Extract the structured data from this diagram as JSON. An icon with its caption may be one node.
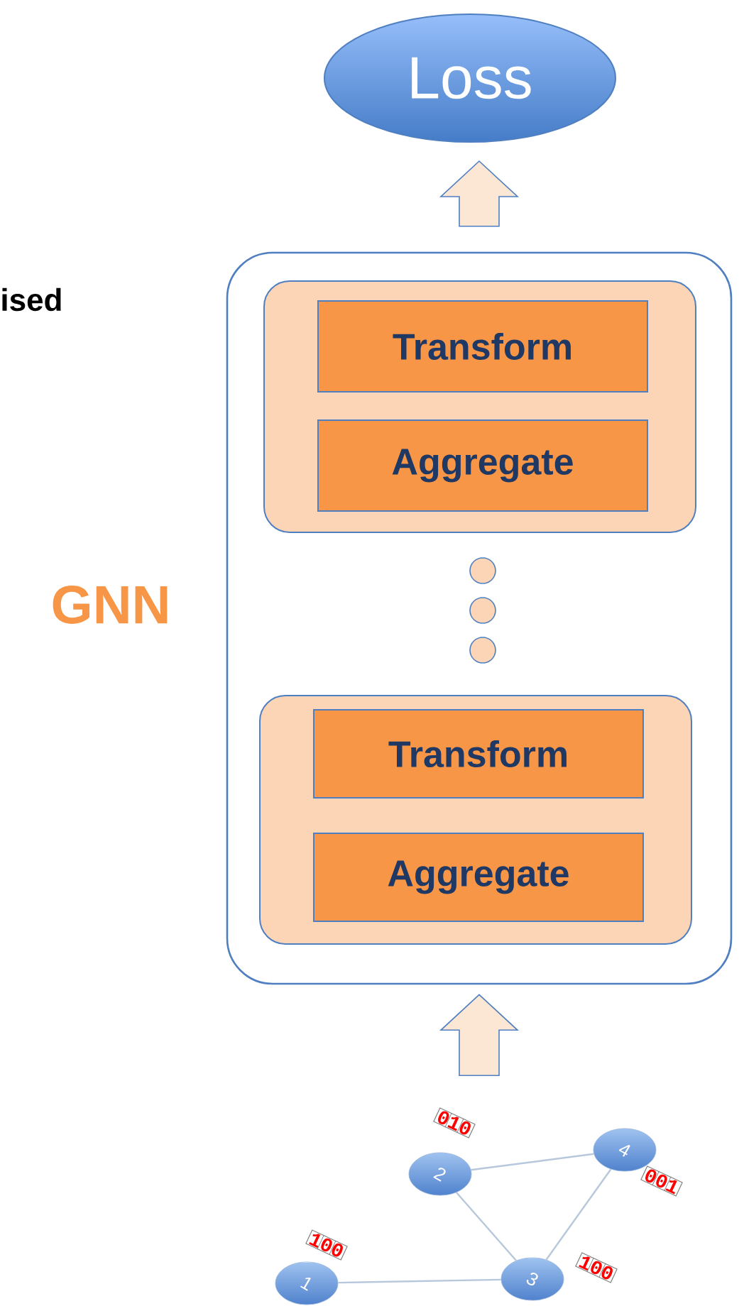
{
  "diagram": {
    "nodes": [
      {
        "text": [
          "Loss"
        ]
      },
      {
        "text": [
          "GNN"
        ]
      },
      {
        "text": [],
        "shape": "box",
        "in": 1
      },
      {
        "text": [
          "Transform"
        ],
        "in": 2
      },
      {
        "text": [
          "Aggregate"
        ],
        "in": 2
      },
      {
        "text": [],
        "shape": "circle",
        "in": 1
      },
      {
        "text": [],
        "shape": "circle",
        "in": 1
      },
      {
        "text": [],
        "shape": "circle",
        "in": 1
      },
      {
        "text": [],
        "shape": "box",
        "in": 1
      },
      {
        "text": [
          "Transform"
        ],
        "in": 8
      },
      {
        "text": [
          "Aggregate"
        ],
        "in": 8
      },
      {
        "text": [
          "1"
        ],
        "beside": [
          "100"
        ]
      },
      {
        "text": [
          "2"
        ],
        "beside": [
          "010"
        ]
      },
      {
        "text": [
          "3"
        ],
        "beside": [
          "100"
        ]
      },
      {
        "text": [
          "4"
        ],
        "beside": [
          "001"
        ]
      }
    ],
    "edges": [
      {
        "from": 1,
        "to": 0,
        "arrow": "to",
        "style": "thick"
      },
      {
        "from": null,
        "to": 1,
        "arrow": "to",
        "style": "thick"
      },
      {
        "from": 11,
        "to": 13,
        "arrow": "none"
      },
      {
        "from": 12,
        "to": 13,
        "arrow": "none"
      },
      {
        "from": 12,
        "to": 14,
        "arrow": "none"
      },
      {
        "from": 13,
        "to": 14,
        "arrow": "none"
      }
    ],
    "labels": [
      "ised"
    ]
  }
}
